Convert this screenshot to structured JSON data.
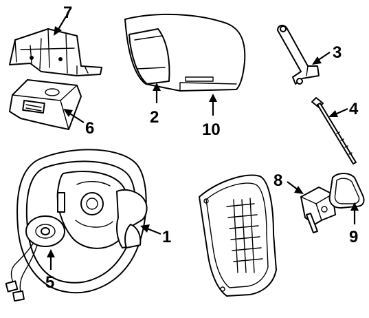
{
  "diagram": {
    "colors": {
      "line": "#000000",
      "background": "#ffffff"
    },
    "callouts": [
      {
        "id": "1",
        "label": "1",
        "part": "driver-airbag-module"
      },
      {
        "id": "2",
        "label": "2",
        "part": "passenger-airbag-module"
      },
      {
        "id": "3",
        "label": "3",
        "part": "mounting-bracket"
      },
      {
        "id": "4",
        "label": "4",
        "part": "bolt"
      },
      {
        "id": "5",
        "label": "5",
        "part": "clockspring"
      },
      {
        "id": "6",
        "label": "6",
        "part": "control-module"
      },
      {
        "id": "7",
        "label": "7",
        "part": "module-bracket"
      },
      {
        "id": "8",
        "label": "8",
        "part": "seat-side-airbag"
      },
      {
        "id": "9",
        "label": "9",
        "part": "side-airbag-cover"
      },
      {
        "id": "10",
        "label": "10",
        "part": "airbag-door"
      }
    ]
  }
}
